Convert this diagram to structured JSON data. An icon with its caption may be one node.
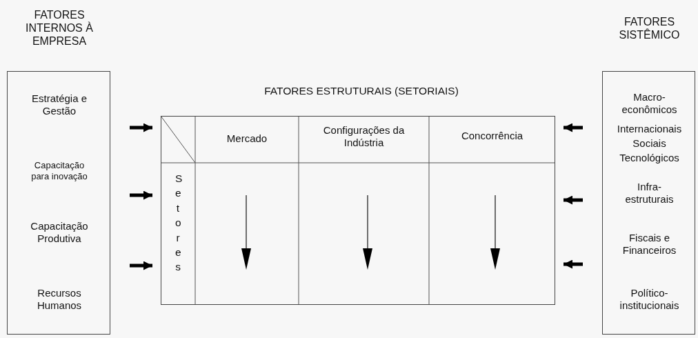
{
  "diagram": {
    "nodes": [
      {
        "text": [
          "FATORES INTERNOS À EMPRESA",
          "Estratégia e Gestão",
          "Capacitação para inovação",
          "Capacitação Produtiva",
          "Recursos Humanos"
        ]
      },
      {
        "text": [
          "FATORES ESTRUTURAIS (SETORIAIS)"
        ]
      },
      {
        "text": [
          "Mercado"
        ],
        "in": 1
      },
      {
        "text": [
          "Configurações da Indústria"
        ],
        "in": 1
      },
      {
        "text": [
          "Concorrência"
        ],
        "in": 1
      },
      {
        "text": [
          "Setores"
        ],
        "in": 1
      },
      {
        "text": [
          "FATORES SISTÊMICO",
          "Macro- econômicos",
          "Internacionais",
          "Sociais",
          "Tecnológicos",
          "Infra- estruturais",
          "Fiscais e Financeiros",
          "Político- institucionais"
        ]
      }
    ],
    "edges": [
      {
        "from": 0,
        "to": 1,
        "arrow": "to"
      },
      {
        "from": 0,
        "to": 1,
        "arrow": "to"
      },
      {
        "from": 0,
        "to": 1,
        "arrow": "to"
      },
      {
        "from": 6,
        "to": 1,
        "arrow": "to"
      },
      {
        "from": 6,
        "to": 1,
        "arrow": "to"
      },
      {
        "from": 6,
        "to": 1,
        "arrow": "to"
      }
    ]
  }
}
